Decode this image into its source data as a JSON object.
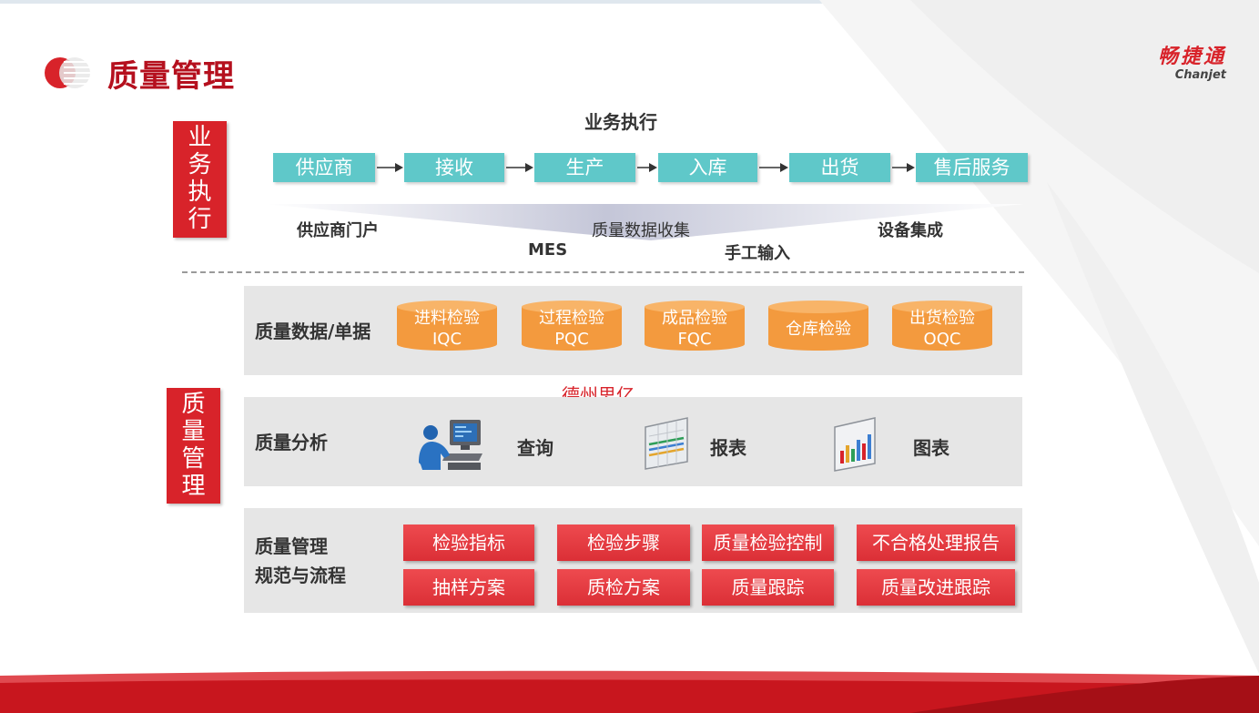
{
  "page": {
    "title": "质量管理"
  },
  "brand": {
    "cn": "畅捷通",
    "en": "Chanjet"
  },
  "side_labels": {
    "business": [
      "业",
      "务",
      "执",
      "行"
    ],
    "quality": [
      "质",
      "量",
      "管",
      "理"
    ]
  },
  "execution": {
    "title": "业务执行",
    "steps": [
      "供应商",
      "接收",
      "生产",
      "入库",
      "出货",
      "售后服务"
    ]
  },
  "collection": {
    "center": "质量数据收集",
    "sources": [
      "供应商门户",
      "MES",
      "手工输入",
      "设备集成"
    ]
  },
  "quality_data": {
    "label": "质量数据/单据",
    "items": [
      {
        "line1": "进料检验",
        "line2": "IQC"
      },
      {
        "line1": "过程检验",
        "line2": "PQC"
      },
      {
        "line1": "成品检验",
        "line2": "FQC"
      },
      {
        "line1": "仓库检验",
        "line2": ""
      },
      {
        "line1": "出货检验",
        "line2": "OQC"
      }
    ]
  },
  "watermark": "德州思亿",
  "analysis": {
    "label": "质量分析",
    "items": [
      "查询",
      "报表",
      "图表"
    ]
  },
  "norms": {
    "label_line1": "质量管理",
    "label_line2": "规范与流程",
    "row1": [
      "检验指标",
      "检验步骤",
      "质量检验控制",
      "不合格处理报告"
    ],
    "row2": [
      "抽样方案",
      "质检方案",
      "质量跟踪",
      "质量改进跟踪"
    ]
  },
  "colors": {
    "accent_red": "#d8232a",
    "title_red": "#b5101e",
    "step_teal": "#5fc8c9",
    "cylinder_orange": "#f39a3e",
    "panel_gray": "#e6e6e6"
  }
}
